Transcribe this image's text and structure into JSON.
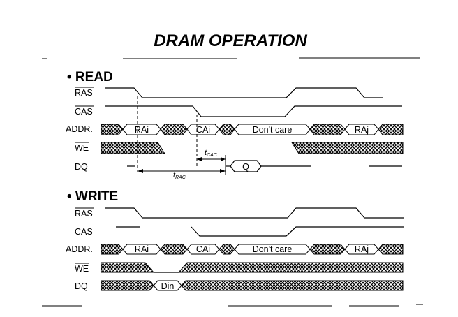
{
  "title": "DRAM OPERATION",
  "read": {
    "heading": "• READ",
    "signals": {
      "ras": "RAS",
      "cas": "CAS",
      "addr": "ADDR.",
      "we": "WE",
      "dq": "DQ"
    },
    "addr_values": {
      "row": "RAi",
      "col": "CAi",
      "dont_care": "Don't care",
      "next_row": "RAj"
    },
    "dq_value": "Q",
    "tcac": {
      "main": "t",
      "sub": "CAC"
    },
    "trac": {
      "main": "t",
      "sub": "RAC"
    }
  },
  "write": {
    "heading": "• WRITE",
    "signals": {
      "ras": "RAS",
      "cas": "CAS",
      "addr": "ADDR.",
      "we": "WE",
      "dq": "DQ"
    },
    "addr_values": {
      "row": "RAi",
      "col": "CAi",
      "dont_care": "Don't care",
      "next_row": "RAj"
    },
    "dq_value": "Din"
  }
}
